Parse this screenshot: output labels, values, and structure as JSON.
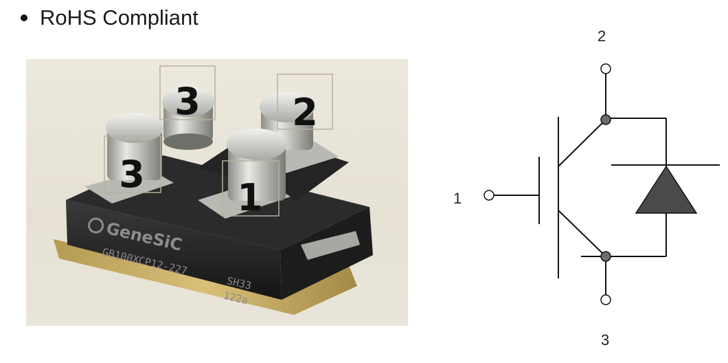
{
  "header": {
    "bullet_text": "RoHS Compliant"
  },
  "photo": {
    "brand": "GeneSiC",
    "part_number": "GB100XCP12-227",
    "code_line1": "SH33",
    "code_line2": "122a",
    "terminal_labels": [
      "3",
      "2",
      "3",
      "1"
    ]
  },
  "schematic": {
    "pin_gate": "1",
    "pin_collector": "2",
    "pin_emitter": "3"
  },
  "colors": {
    "body": "#222222",
    "metal": "#c8c8c4",
    "diode_fill": "#4a4a4a",
    "node_dot": "#6e6e6e"
  }
}
